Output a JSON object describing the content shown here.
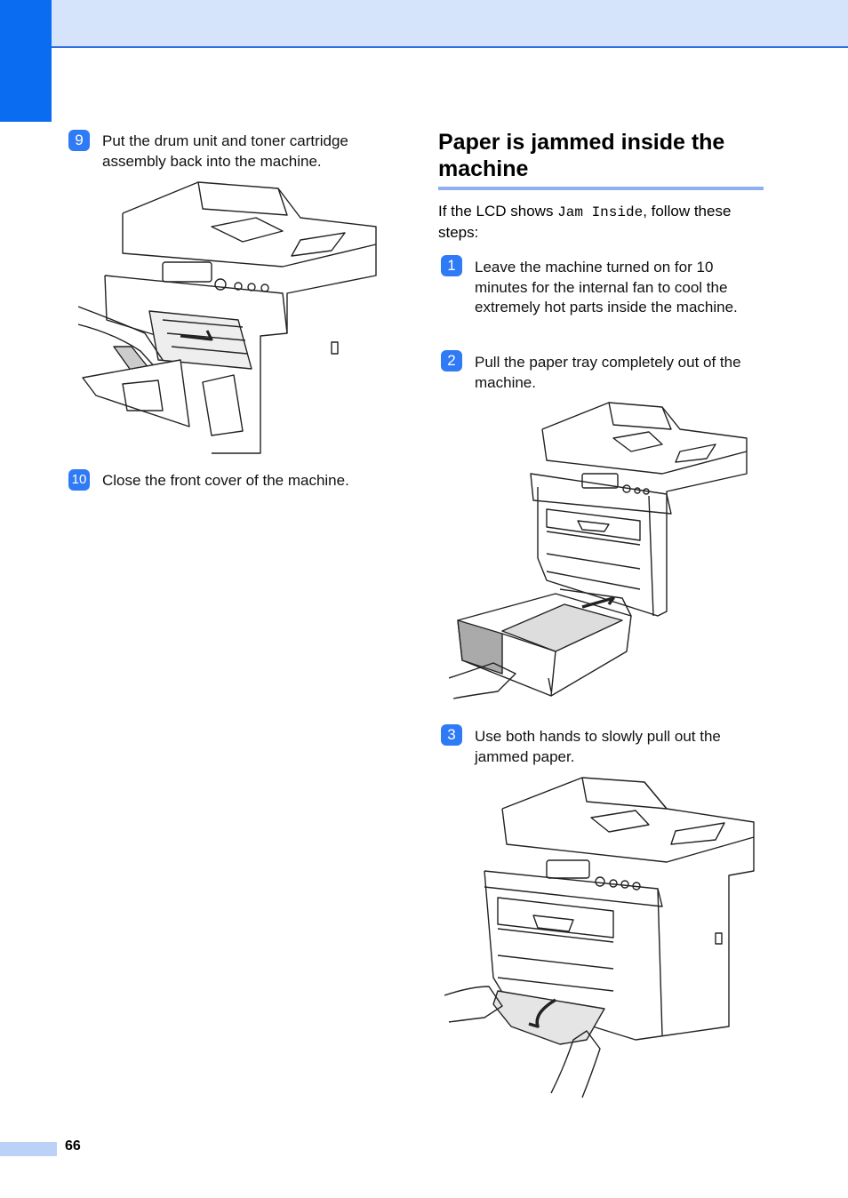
{
  "left_column": {
    "step9": {
      "num": "9",
      "text": "Put the drum unit and toner cartridge assembly back into the machine."
    },
    "step10": {
      "num": "10",
      "text": "Close the front cover of the machine."
    }
  },
  "section": {
    "title": "Paper is jammed inside the machine",
    "intro_before": "If the LCD shows ",
    "intro_code": "Jam Inside",
    "intro_after": ", follow these steps:",
    "steps": [
      {
        "num": "1",
        "text": "Leave the machine turned on for 10 minutes for the internal fan to cool the extremely hot parts inside the machine."
      },
      {
        "num": "2",
        "text": "Pull the paper tray completely out of the machine."
      },
      {
        "num": "3",
        "text": "Use both hands to slowly pull out the jammed paper."
      }
    ]
  },
  "footer": {
    "page_number": "66"
  },
  "colors": {
    "accent": "#0a6cf0",
    "header_band": "#d6e4fb",
    "badge": "#2f7af5",
    "rule": "#8fb0f5"
  }
}
